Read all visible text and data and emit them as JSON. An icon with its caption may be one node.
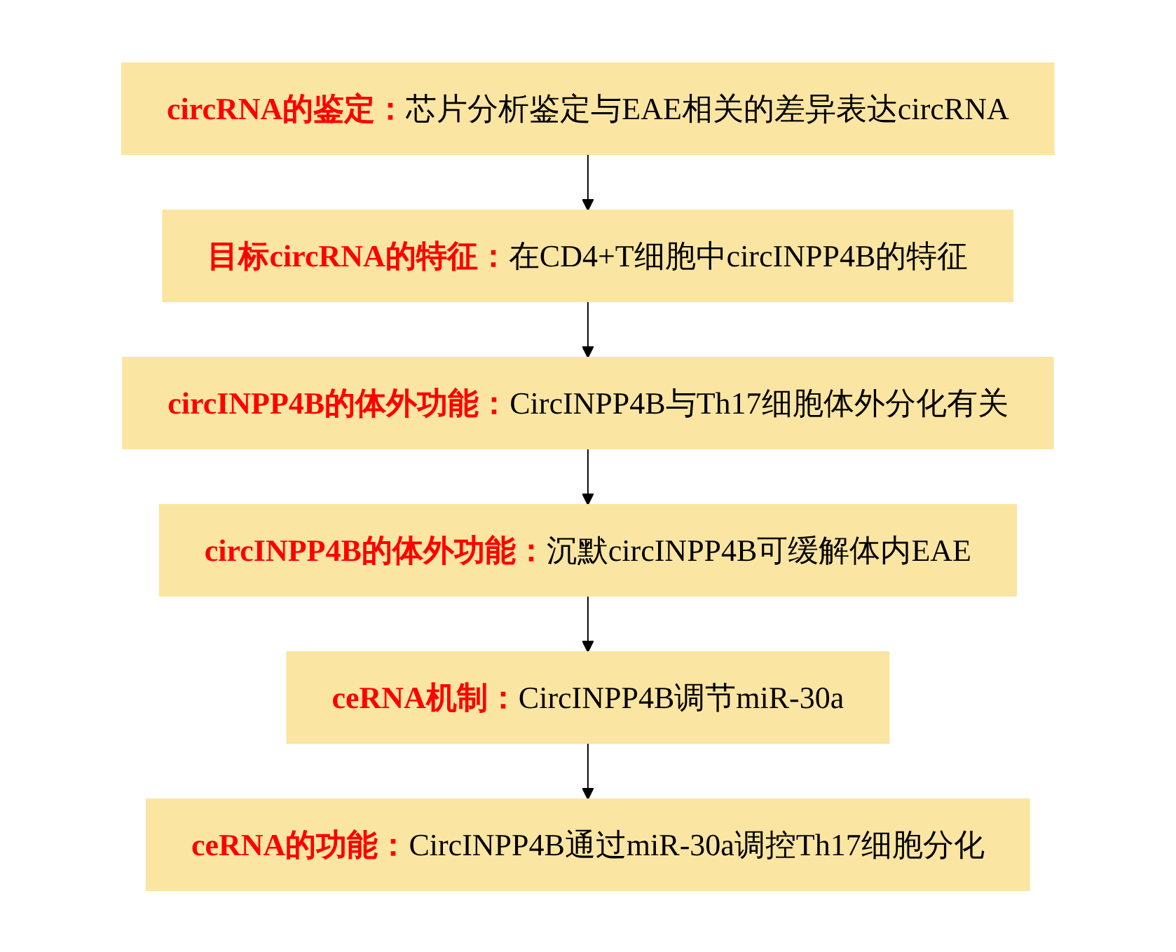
{
  "diagram": {
    "nodes": [
      {
        "text": [
          "circRNA的鉴定：",
          "芯片分析鉴定与EAE相关的差异表达circRNA"
        ]
      },
      {
        "text": [
          "目标circRNA的特征：",
          "在CD4+T细胞中circINPP4B的特征"
        ]
      },
      {
        "text": [
          "circINPP4B的体外功能：",
          "CircINPP4B与Th17细胞体外分化有关"
        ]
      },
      {
        "text": [
          "circINPP4B的体外功能：",
          "沉默circINPP4B可缓解体内EAE"
        ]
      },
      {
        "text": [
          "ceRNA机制：",
          "CircINPP4B调节miR-30a"
        ]
      },
      {
        "text": [
          "ceRNA的功能：",
          "CircINPP4B通过miR-30a调控Th17细胞分化"
        ]
      }
    ],
    "edges": [
      {
        "from": 0,
        "to": 1,
        "arrow": "to"
      },
      {
        "from": 1,
        "to": 2,
        "arrow": "to"
      },
      {
        "from": 2,
        "to": 3,
        "arrow": "to"
      },
      {
        "from": 3,
        "to": 4,
        "arrow": "to"
      },
      {
        "from": 4,
        "to": 5,
        "arrow": "to"
      }
    ]
  }
}
